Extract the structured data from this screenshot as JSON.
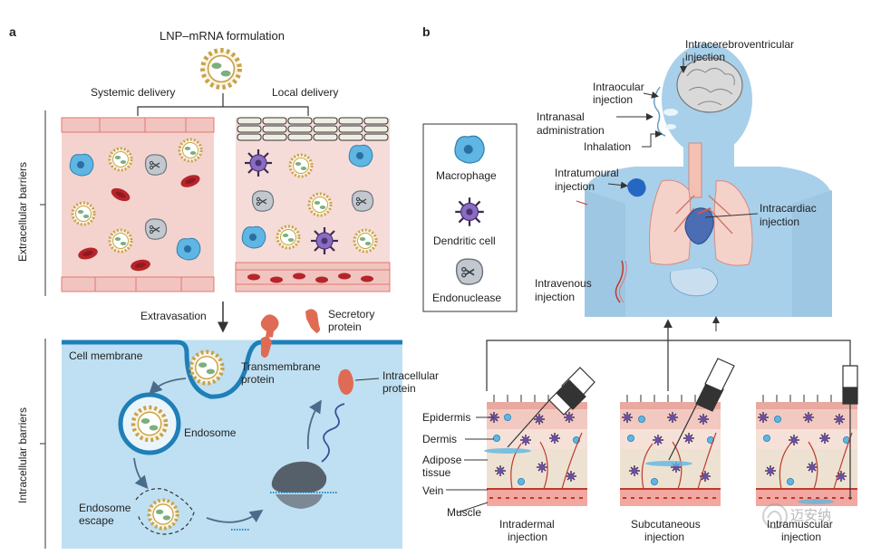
{
  "panel_a": {
    "letter": "a",
    "formulation_label": "LNP–mRNA formulation",
    "systemic_label": "Systemic delivery",
    "local_label": "Local delivery",
    "extracellular_barriers": "Extracellular barriers",
    "intracellular_barriers": "Intracellular barriers",
    "extravasation": "Extravasation",
    "secretory_protein_line1": "Secretory",
    "secretory_protein_line2": "protein",
    "cell_membrane": "Cell membrane",
    "transmembrane_line1": "Transmembrane",
    "transmembrane_line2": "protein",
    "intracellular_protein_line1": "Intracellular",
    "intracellular_protein_line2": "protein",
    "endosome": "Endosome",
    "escape_line1": "Endosome",
    "escape_line2": "escape"
  },
  "legend": {
    "macrophage": "Macrophage",
    "dendritic_cell": "Dendritic cell",
    "endonuclease": "Endonuclease"
  },
  "panel_b": {
    "letter": "b",
    "icv_line1": "Intracerebroventricular",
    "icv_line2": "injection",
    "intraocular_line1": "Intraocular",
    "intraocular_line2": "injection",
    "intranasal_line1": "Intranasal",
    "intranasal_line2": "administration",
    "inhalation": "Inhalation",
    "intratumoural_line1": "Intratumoural",
    "intratumoural_line2": "injection",
    "intracardiac_line1": "Intracardiac",
    "intracardiac_line2": "injection",
    "intravenous_line1": "Intravenous",
    "intravenous_line2": "injection",
    "epidermis": "Epidermis",
    "dermis": "Dermis",
    "adipose_line1": "Adipose",
    "adipose_line2": "tissue",
    "vein": "Vein",
    "muscle": "Muscle",
    "intradermal_line1": "Intradermal",
    "intradermal_line2": "injection",
    "subcutaneous_line1": "Subcutaneous",
    "subcutaneous_line2": "injection",
    "intramuscular_line1": "Intramuscular",
    "intramuscular_line2": "injection"
  },
  "watermark": "迈安纳",
  "colors": {
    "vessel_bg": "#f4d3cf",
    "vessel_border": "#e07872",
    "red_cell": "#b5252a",
    "cell_bg": "#bfe0f2",
    "membrane": "#1f7fb8",
    "lnp_ring": "#c8a24a",
    "body": "#a8d0ea",
    "skin_epidermis": "#f2c9c0",
    "skin_adipose": "#f4ede0",
    "skin_dermis_mid": "#e9d8c8"
  }
}
